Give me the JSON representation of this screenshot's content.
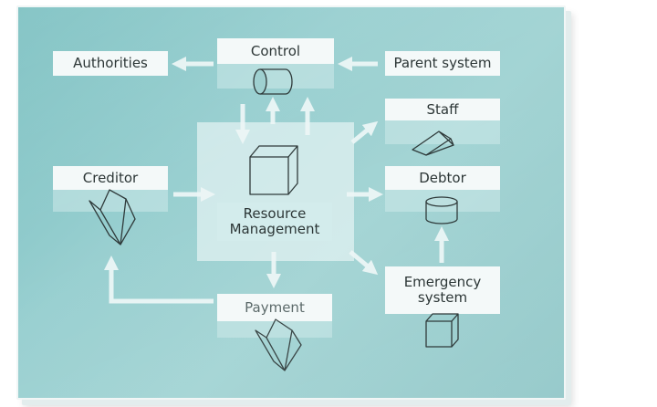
{
  "diagram": {
    "nodes": {
      "control": {
        "label": "Control",
        "icon": "cylinder-icon"
      },
      "authorities": {
        "label": "Authorities"
      },
      "parent_system": {
        "label": "Parent system"
      },
      "staff": {
        "label": "Staff",
        "icon": "wedge-icon"
      },
      "creditor": {
        "label": "Creditor",
        "icon": "folder-icon"
      },
      "resource_management": {
        "label": "Resource Management",
        "icon": "cube-icon"
      },
      "debtor": {
        "label": "Debtor",
        "icon": "cylinder-icon"
      },
      "emergency_system": {
        "label": "Emergency system",
        "icon": "cube-icon"
      },
      "payment": {
        "label": "Payment",
        "icon": "folder-icon"
      }
    },
    "edges": [
      [
        "control",
        "authorities"
      ],
      [
        "parent_system",
        "control"
      ],
      [
        "control",
        "resource_management"
      ],
      [
        "resource_management",
        "control"
      ],
      [
        "resource_management",
        "staff"
      ],
      [
        "creditor",
        "resource_management"
      ],
      [
        "resource_management",
        "debtor"
      ],
      [
        "resource_management",
        "emergency_system"
      ],
      [
        "resource_management",
        "payment"
      ],
      [
        "payment",
        "creditor"
      ],
      [
        "emergency_system",
        "debtor"
      ]
    ],
    "colors": {
      "background": "#8fc9ca",
      "box": "#f4f9f9",
      "arrow": "#eef7f7",
      "line": "#2f3a3a"
    }
  }
}
